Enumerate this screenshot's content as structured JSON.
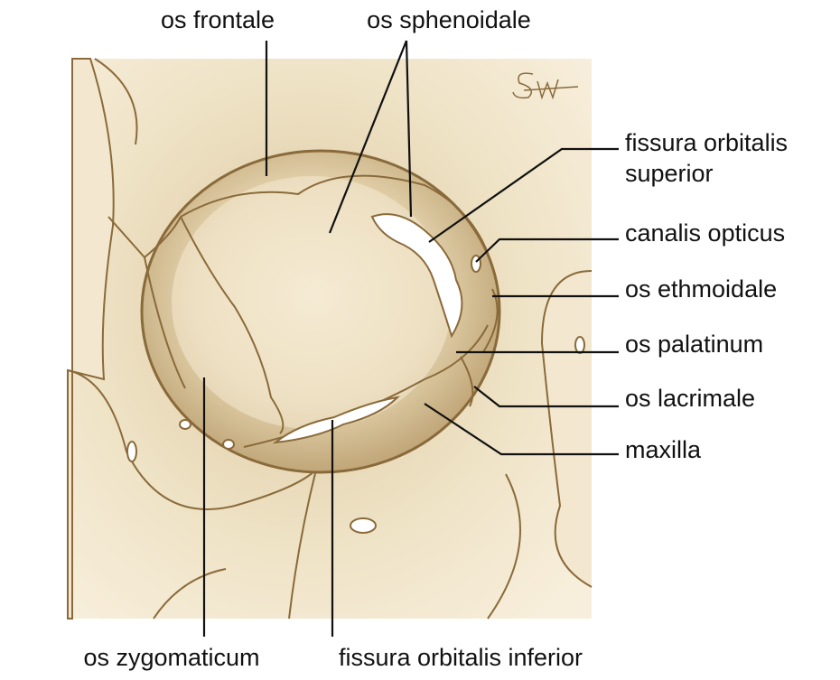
{
  "labels": {
    "frontale": "os frontale",
    "sphenoidale": "os sphenoidale",
    "fissura_sup_1": "fissura orbitalis",
    "fissura_sup_2": "superior",
    "canalis": "canalis opticus",
    "ethmoidale": "os ethmoidale",
    "palatinum": "os palatinum",
    "lacrimale": "os lacrimale",
    "maxilla": "maxilla",
    "zygomaticum": "os zygomaticum",
    "fissura_inf": "fissura orbitalis inferior"
  },
  "signature": "SW",
  "colors": {
    "bone": "#f3e8cf",
    "shadow": "#c9b48a",
    "outline": "#8a6a3a",
    "line": "#111111"
  }
}
